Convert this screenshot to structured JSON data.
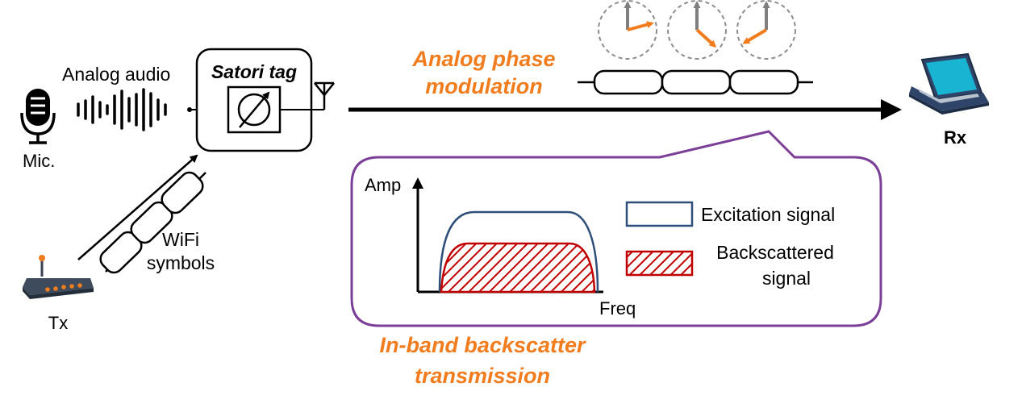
{
  "labels": {
    "analog_audio": "Analog audio",
    "mic": "Mic.",
    "tag": "Satori tag",
    "phase_line1": "Analog phase",
    "phase_line2": "modulation",
    "rx": "Rx",
    "tx": "Tx",
    "wifi_line1": "WiFi",
    "wifi_line2": "symbols",
    "amp": "Amp",
    "freq": "Freq",
    "legend_excitation": "Excitation signal",
    "legend_back_line1": "Backscattered",
    "legend_back_line2": "signal",
    "inband_line1": "In-band backscatter",
    "inband_line2": "transmission"
  },
  "colors": {
    "orange": "#f07c1e",
    "purple": "#7b3f98",
    "excitation": "#2e4f7a",
    "backscatter": "#c00000",
    "laptop_screen": "#19b4d2",
    "laptop_body": "#2e4468",
    "arrow_gray": "#7f7f7f",
    "circle_gray": "#8c8c8c"
  },
  "icons": {
    "mic": "microphone-icon",
    "laptop": "laptop-icon",
    "router": "wifi-router-icon",
    "antenna": "antenna-icon",
    "phase_shifter": "phase-shifter-icon"
  }
}
